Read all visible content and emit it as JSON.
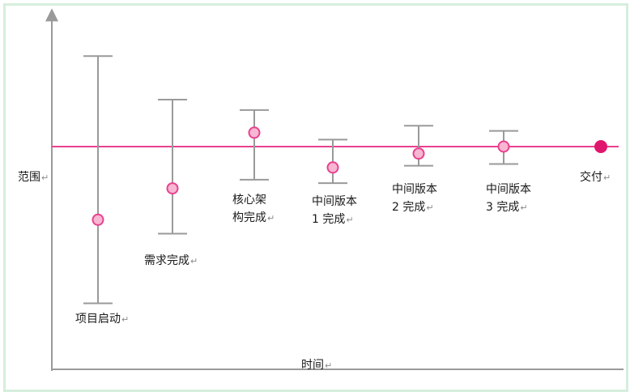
{
  "chart_data": {
    "type": "scatter",
    "title": "",
    "xlabel": "时间",
    "ylabel": "范围",
    "grid": false,
    "legend": "none",
    "target_value": 0,
    "points": [
      {
        "label": "项目启动",
        "center": -4.2,
        "low": -9.0,
        "high": 5.2
      },
      {
        "label": "需求完成",
        "center": -2.4,
        "low": -5.0,
        "high": 2.7
      },
      {
        "label": "核心架构完成",
        "center": 0.8,
        "low": -1.9,
        "high": 2.1
      },
      {
        "label": "中间版本1完成",
        "center": -1.2,
        "low": -2.1,
        "high": 0.4
      },
      {
        "label": "中间版本2完成",
        "center": -0.4,
        "low": -1.1,
        "high": 1.2
      },
      {
        "label": "中间版本3完成",
        "center": 0.0,
        "low": -1.0,
        "high": 0.9
      },
      {
        "label": "交付",
        "center": 0.0,
        "low": null,
        "high": null
      }
    ],
    "colors": {
      "baseline": "#e8418f",
      "marker_fill": "#f7b6d2",
      "marker_stroke": "#e8418f",
      "final_marker": "#e0166e",
      "errorbar": "#9a9a9a",
      "axis": "#9a9a9a"
    }
  },
  "labels": {
    "y_axis": "范围",
    "x_axis": "时间",
    "p0": "项目启动",
    "p1": "需求完成",
    "p2_line1": "核心架",
    "p2_line2": "构完成",
    "p3_line1": "中间版本",
    "p3_line2": "1 完成",
    "p4_line1": "中间版本",
    "p4_line2": "2 完成",
    "p5_line1": "中间版本",
    "p5_line2": "3 完成",
    "p6": "交付",
    "para_mark": "↵"
  }
}
